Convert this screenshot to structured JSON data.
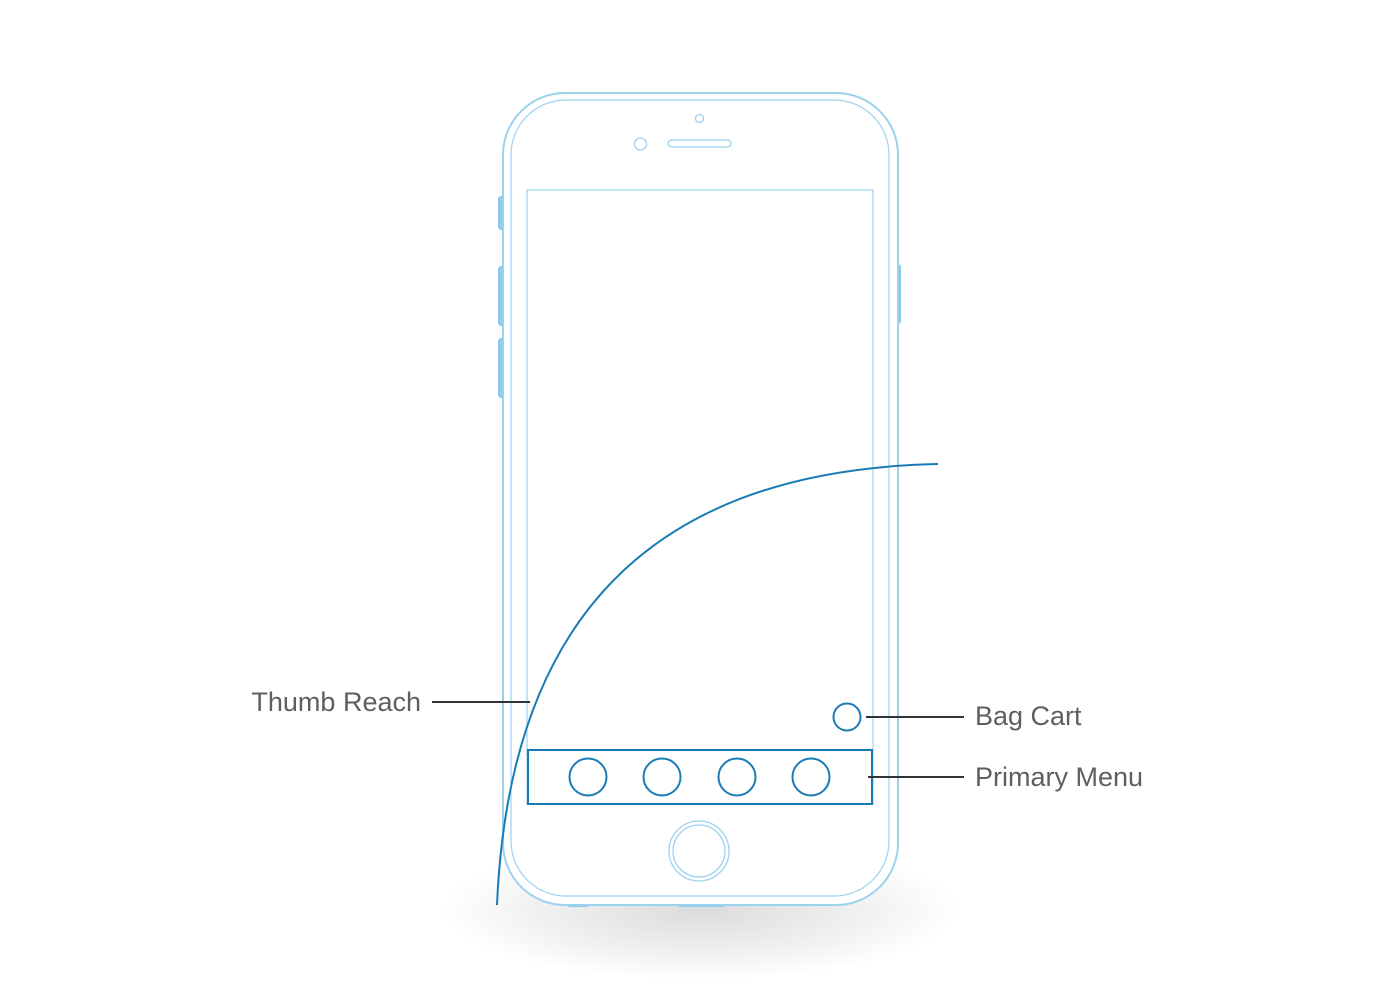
{
  "annotations": {
    "thumb_reach": "Thumb Reach",
    "bag_cart": "Bag Cart",
    "primary_menu": "Primary Menu"
  },
  "colors": {
    "phone_outline": "#9dd2ef",
    "side_buttons": "#8ccbec",
    "accent": "#1a7cb5",
    "callout_line": "#333333",
    "label_text": "#5f5f5f"
  },
  "icons": {
    "menu_items": [
      "menu-item-icon",
      "menu-item-icon",
      "menu-item-icon",
      "menu-item-icon"
    ],
    "bag_cart": "bag-cart-icon",
    "home": "home-button-icon"
  }
}
